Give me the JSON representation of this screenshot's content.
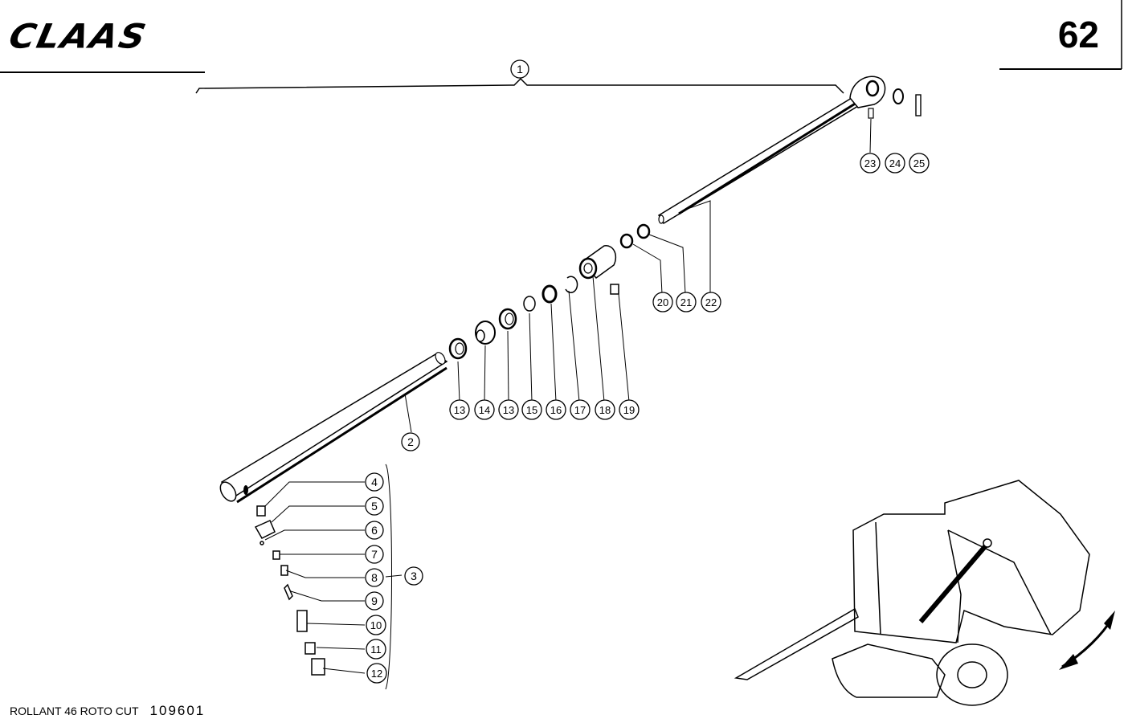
{
  "header": {
    "brand": "CLAAS",
    "page_number": "62"
  },
  "footer": {
    "model": "ROLLANT 46 ROTO CUT",
    "drawing_number": "109601"
  },
  "callouts": [
    {
      "label": "1"
    },
    {
      "label": "2"
    },
    {
      "label": "3"
    },
    {
      "label": "4"
    },
    {
      "label": "5"
    },
    {
      "label": "6"
    },
    {
      "label": "7"
    },
    {
      "label": "8"
    },
    {
      "label": "9"
    },
    {
      "label": "10"
    },
    {
      "label": "11"
    },
    {
      "label": "12"
    },
    {
      "label": "13"
    },
    {
      "label": "14"
    },
    {
      "label": "13"
    },
    {
      "label": "15"
    },
    {
      "label": "16"
    },
    {
      "label": "17"
    },
    {
      "label": "18"
    },
    {
      "label": "19"
    },
    {
      "label": "20"
    },
    {
      "label": "21"
    },
    {
      "label": "22"
    },
    {
      "label": "23"
    },
    {
      "label": "24"
    },
    {
      "label": "25"
    }
  ]
}
